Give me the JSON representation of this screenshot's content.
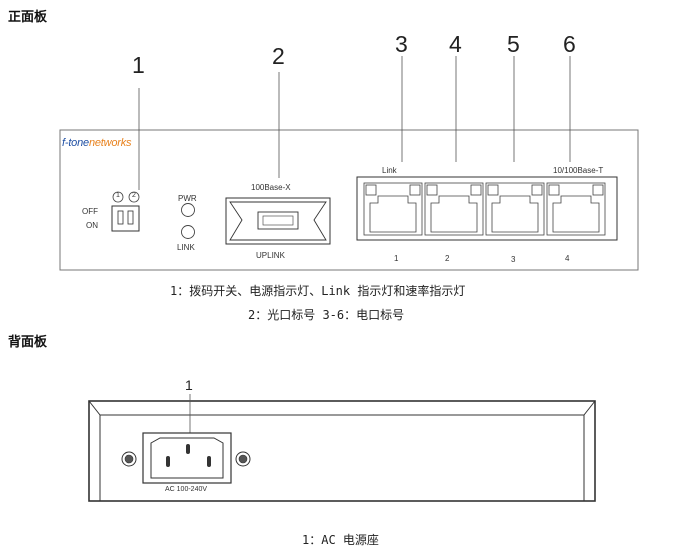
{
  "front": {
    "heading": "正面板",
    "brand_prefix": "f-tone",
    "brand_suffix": "networks",
    "callouts": [
      "1",
      "2",
      "3",
      "4",
      "5",
      "6"
    ],
    "dip_numbers": [
      "1",
      "2"
    ],
    "off_label": "OFF",
    "on_label": "ON",
    "pwr_label": "PWR",
    "link_led_label": "LINK",
    "fiber_type": "100Base-X",
    "uplink_label": "UPLINK",
    "port_link_label": "Link",
    "port_speed_label": "10/100Base-T",
    "port_numbers": [
      "1",
      "2",
      "3",
      "4"
    ],
    "caption_line1": "1：拨码开关、电源指示灯、Link 指示灯和速率指示灯",
    "caption_line2": "2：光口标号  3-6：电口标号"
  },
  "back": {
    "heading": "背面板",
    "callout": "1",
    "power_rating": "AC 100-240V",
    "caption": "1：AC 电源座"
  },
  "colors": {
    "brand_blue": "#1f4fa3",
    "brand_orange": "#e8821e",
    "line": "#555555"
  }
}
